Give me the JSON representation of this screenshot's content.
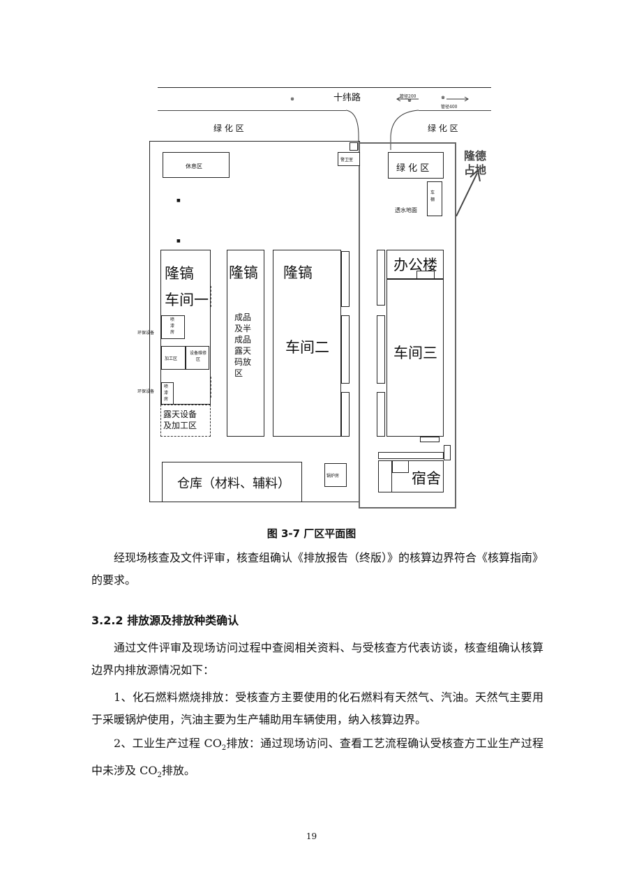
{
  "map": {
    "road": "十纬路",
    "pipe_a": "管径200",
    "pipe_b": "管径400",
    "green_left": "绿 化 区",
    "green_right": "绿 化 区",
    "rest_area": "休息区",
    "guard_room": "警卫室",
    "green_inner": "绿 化 区",
    "longde": "隆德\n占地",
    "shed": "车棚",
    "permeable": "透水地面",
    "ws1_a": "隆镐",
    "ws1_b": "车间一",
    "spray_1": "喷漆房",
    "env_1": "环保设备",
    "processing": "加工区",
    "maintenance": "设备维修区",
    "spray_2": "喷漆房",
    "env_2": "环保设备",
    "open_equipment": "露天设备\n及加工区",
    "longgao_2": "隆镐",
    "finished": "成品\n及半\n成品\n露天\n码放\n区",
    "ws2_a": "隆镐",
    "ws2_b": "车间二",
    "office": "办公楼",
    "ws3": "车间三",
    "warehouse": "仓库（材料、辅料）",
    "boiler": "锅炉房",
    "dorm": "宿舍"
  },
  "caption": "图 3-7 厂区平面图",
  "para1": "经现场核查及文件评审，核查组确认《排放报告（终版）》的核算边界符合《核算指南》的要求。",
  "heading": "3.2.2 排放源及排放种类确认",
  "para2": "通过文件评审及现场访问过程中查阅相关资料、与受核查方代表访谈，核查组确认核算边界内排放源情况如下：",
  "para3": "1、化石燃料燃烧排放：受核查方主要使用的化石燃料有天然气、汽油。天然气主要用于采暖锅炉使用，汽油主要为生产辅助用车辆使用，纳入核算边界。",
  "para4_pre": "2、工业生产过程 CO",
  "para4_mid": "排放：通过现场访问、查看工艺流程确认受核查方工业生产过程中未涉及 CO",
  "para4_post": "排放。",
  "sub2": "2",
  "page_number": "19"
}
